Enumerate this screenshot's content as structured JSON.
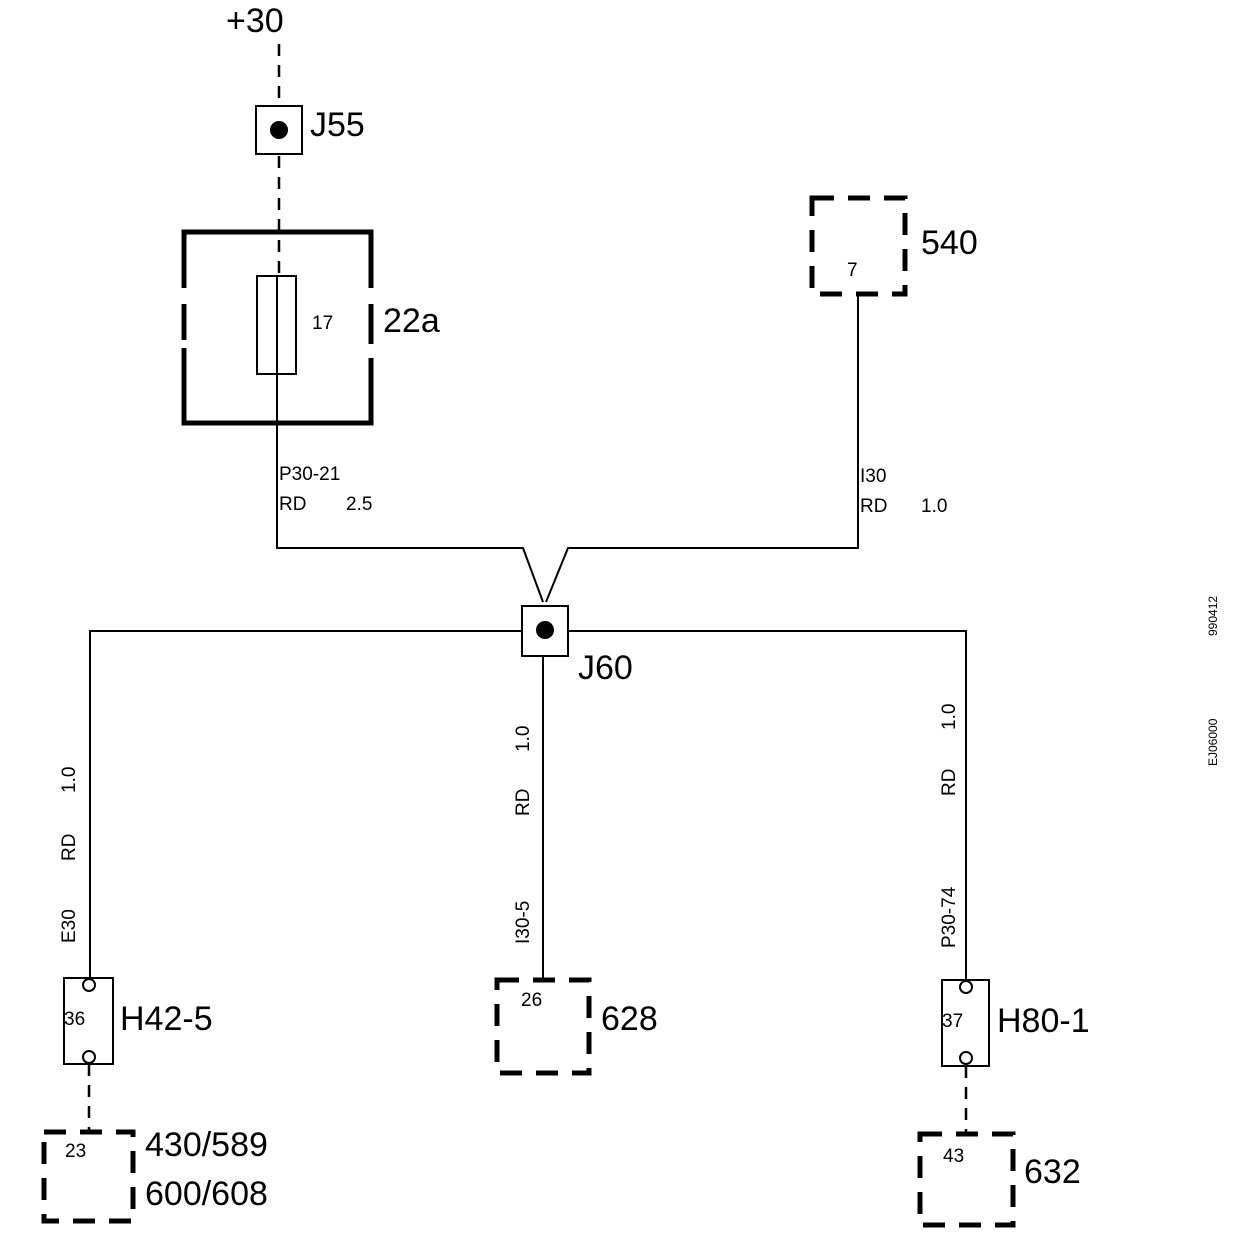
{
  "supply_label": "+30",
  "junctions": {
    "j55": "J55",
    "j60": "J60"
  },
  "fuse": {
    "component": "22a",
    "number": "17"
  },
  "component_540": {
    "label": "540",
    "pin": "7"
  },
  "wires": {
    "fuse_to_j60": {
      "circuit": "P30-21",
      "color": "RD",
      "size": "2.5"
    },
    "c540_to_j60": {
      "circuit": "I30",
      "color": "RD",
      "size": "1.0"
    },
    "to_h42": {
      "circuit": "E30",
      "color": "RD",
      "size": "1.0"
    },
    "to_628": {
      "circuit": "I30-5",
      "color": "RD",
      "size": "1.0"
    },
    "to_h80": {
      "circuit": "P30-74",
      "color": "RD",
      "size": "1.0"
    }
  },
  "connectors": {
    "h42": {
      "label": "H42-5",
      "pin": "36"
    },
    "h80": {
      "label": "H80-1",
      "pin": "37"
    }
  },
  "components": {
    "c628": {
      "label": "628",
      "pin": "26"
    },
    "c430": {
      "label_line1": "430/589",
      "label_line2": "600/608",
      "pin": "23"
    },
    "c632": {
      "label": "632",
      "pin": "43"
    }
  },
  "side_codes": {
    "date": "990412",
    "doc_id": "EJ06000"
  }
}
